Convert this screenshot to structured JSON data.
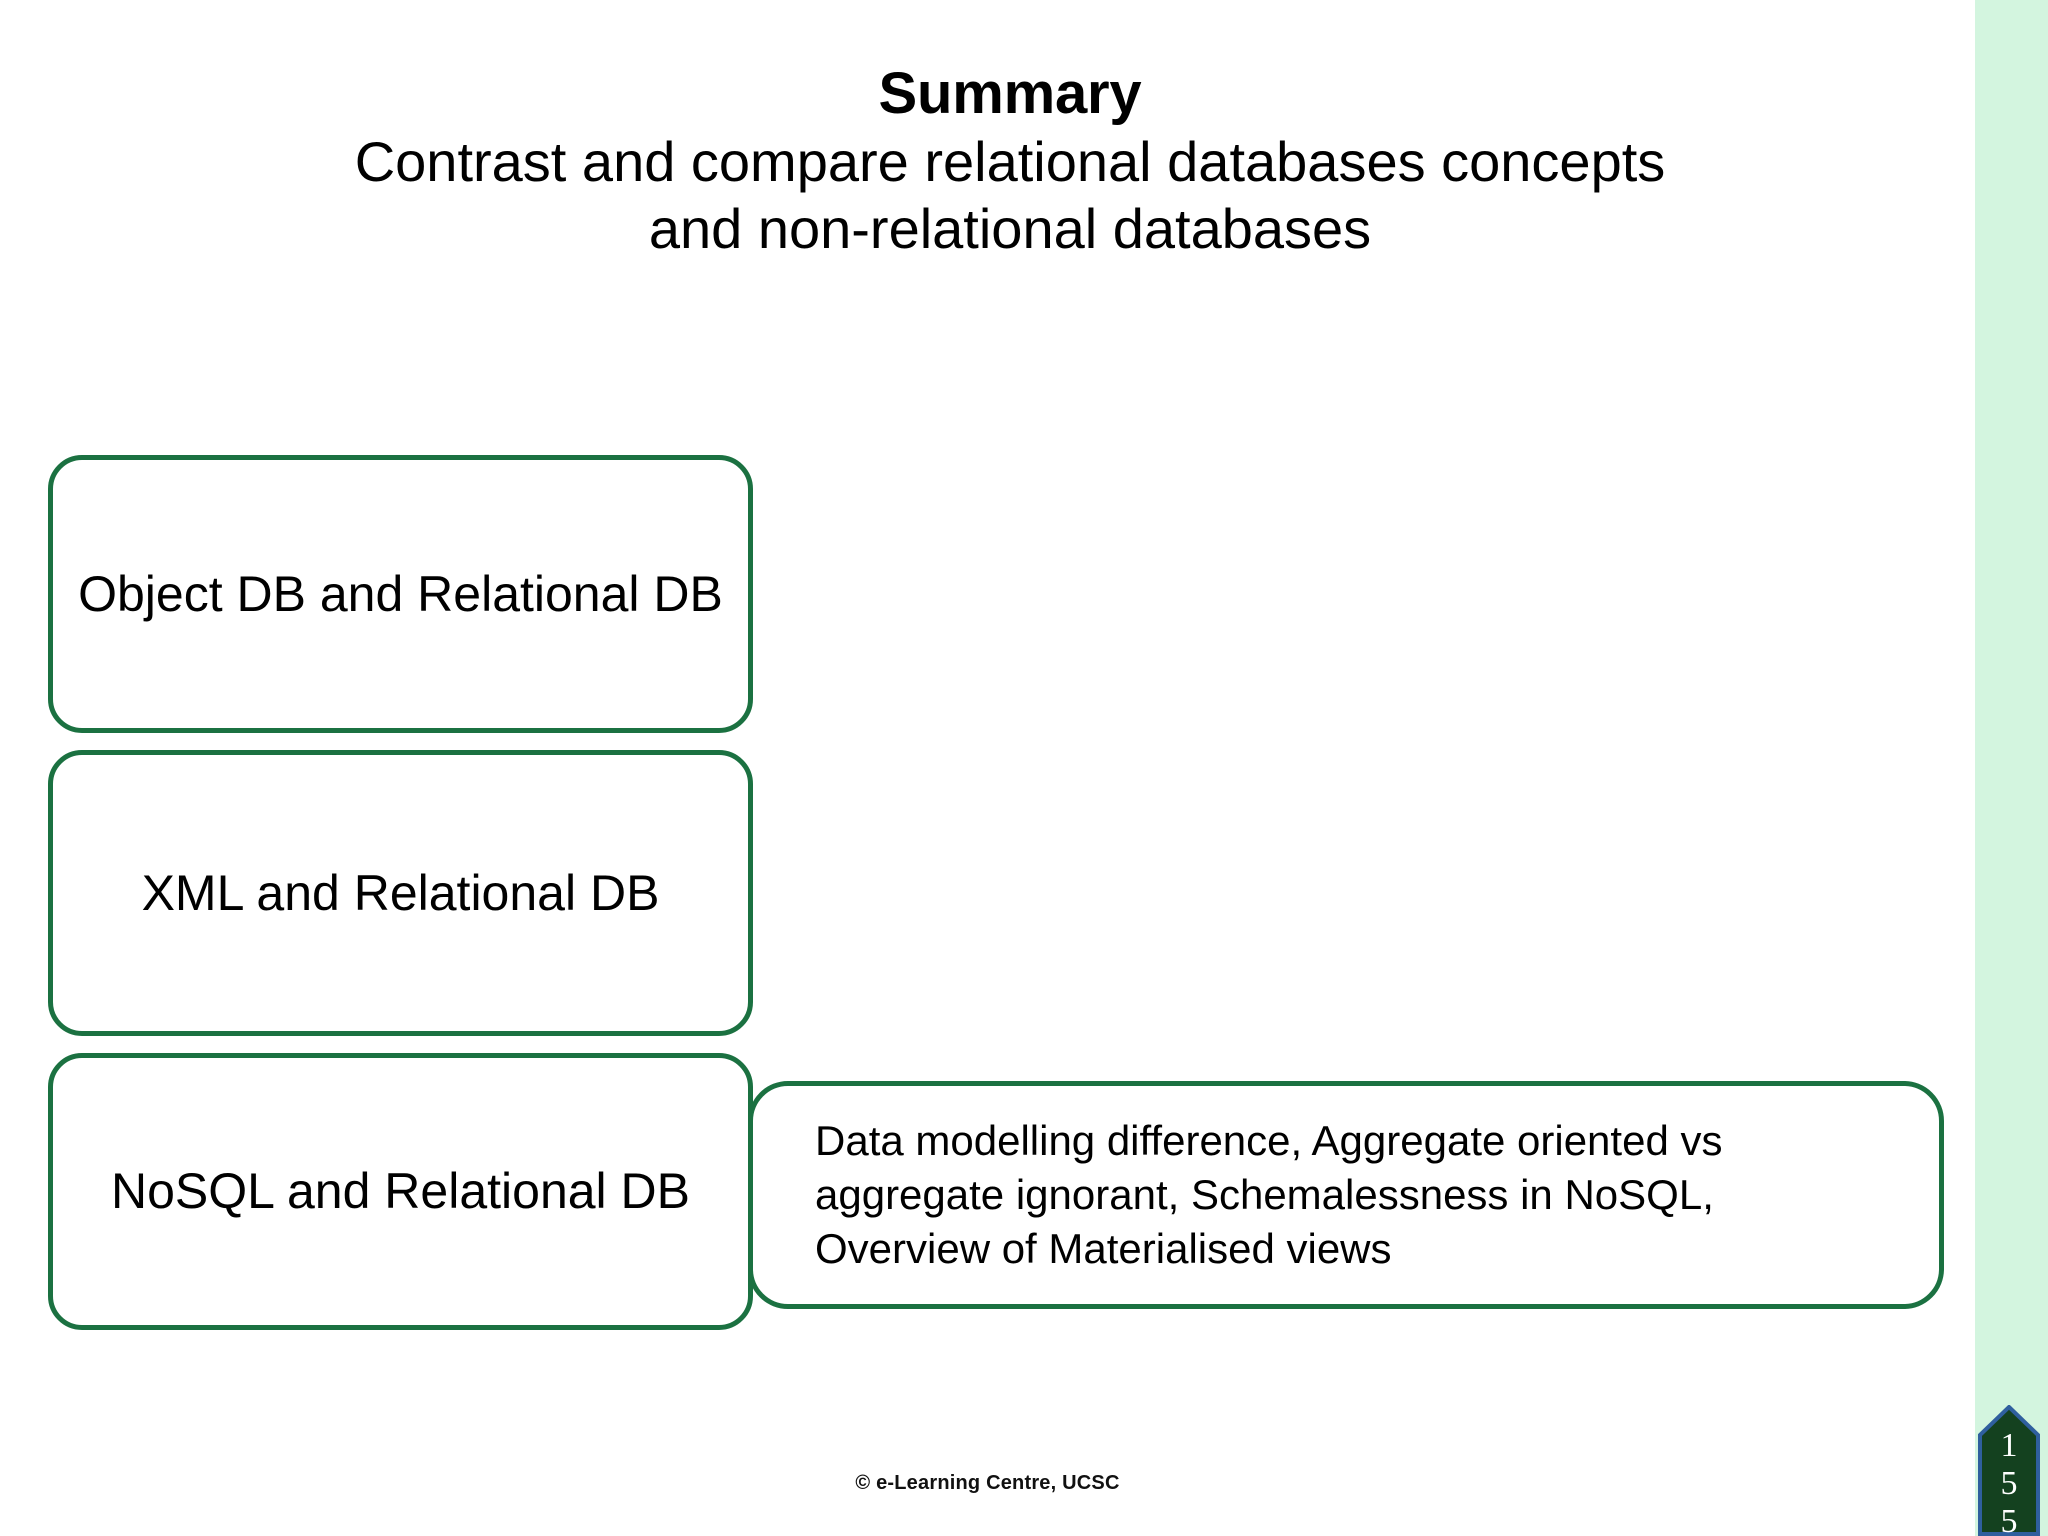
{
  "slide": {
    "title_main": "Summary",
    "title_sub_line1": "Contrast and compare relational databases concepts",
    "title_sub_line2": "and non-relational databases",
    "background_color": "#ffffff",
    "accent_green": "#1b7141",
    "edge_strip_color": "#d3f5df"
  },
  "topics": [
    {
      "label": "Object DB and Relational DB"
    },
    {
      "label": "XML and Relational DB"
    },
    {
      "label": "NoSQL and Relational DB"
    }
  ],
  "description": {
    "text": "Data modelling difference, Aggregate oriented vs aggregate ignorant, Schemalessness in NoSQL, Overview of Materialised views"
  },
  "footer": {
    "copyright": "© e-Learning Centre, UCSC"
  },
  "page_badge": {
    "digit1": "1",
    "digit2": "5",
    "digit3": "5",
    "fill_color": "#14411f",
    "stroke_color": "#2f5f9e"
  }
}
